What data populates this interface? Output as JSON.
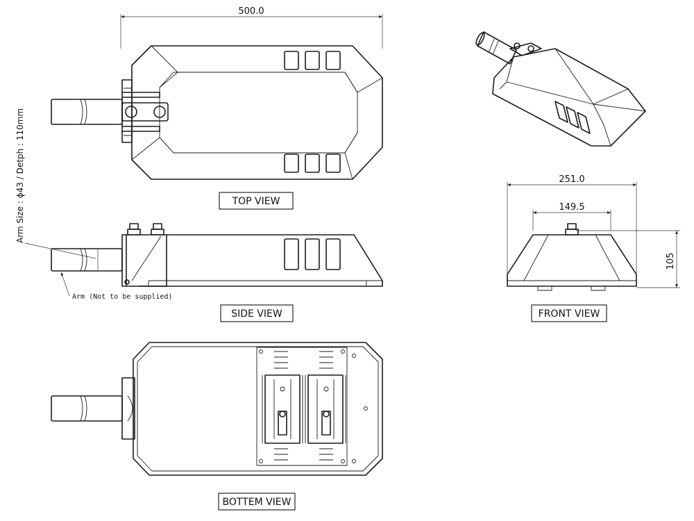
{
  "views": {
    "top": "TOP VIEW",
    "side": "SIDE VIEW",
    "front": "FRONT VIEW",
    "bottom": "BOTTEM VIEW"
  },
  "dimensions": {
    "length": "500.0",
    "width": "251.0",
    "inner_width": "149.5",
    "height": "105"
  },
  "notes": {
    "arm_size": "Arm Size : ϕ43 / Detph : 110mm",
    "arm": "Arm (Not to be supplied)"
  }
}
